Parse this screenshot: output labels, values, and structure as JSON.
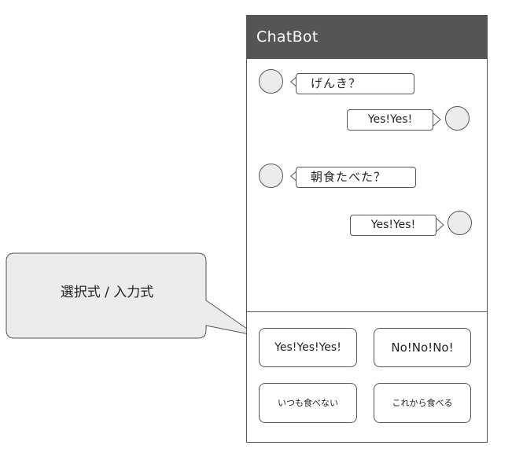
{
  "app": {
    "title": "ChatBot"
  },
  "messages": [
    {
      "from": "bot",
      "text": "げんき？"
    },
    {
      "from": "user",
      "text": "Yes!Yes!"
    },
    {
      "from": "bot",
      "text": "朝食たべた？"
    },
    {
      "from": "user",
      "text": "Yes!Yes!"
    }
  ],
  "choices": [
    {
      "label": "Yes!Yes!Yes!"
    },
    {
      "label": "No!No!No!"
    },
    {
      "label": "いつも食べない"
    },
    {
      "label": "これから食べる"
    }
  ],
  "callout": {
    "text": "選択式 / 入力式"
  },
  "colors": {
    "titlebar": "#555555",
    "avatar": "#ececec",
    "callout_fill": "#ececec",
    "stroke": "#555555"
  }
}
